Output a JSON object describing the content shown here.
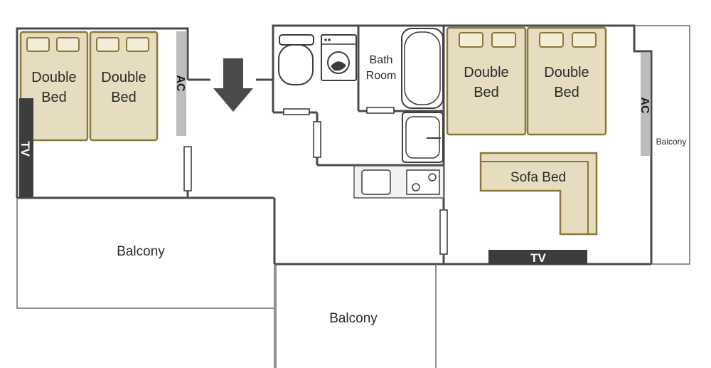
{
  "labels": {
    "bed_1": [
      "Double",
      "Bed"
    ],
    "bed_2": [
      "Double",
      "Bed"
    ],
    "bed_3": [
      "Double",
      "Bed"
    ],
    "bed_4": [
      "Double",
      "Bed"
    ],
    "bathroom": [
      "Bath",
      "Room"
    ],
    "sofa_bed": "Sofa Bed",
    "ac_left": "AC",
    "ac_right": "AC",
    "tv_left": "TV",
    "tv_bottom": "TV",
    "balcony_left": "Balcony",
    "balcony_center": "Balcony",
    "balcony_right": "Balcony"
  },
  "colors": {
    "wall": "#4a4a4a",
    "bed_fill": "#e6dcc0",
    "bed_border": "#8a7838",
    "tv": "#3d3d3d",
    "ac": "#bdbdbd",
    "entrance_arrow": "#4a4a4a"
  }
}
